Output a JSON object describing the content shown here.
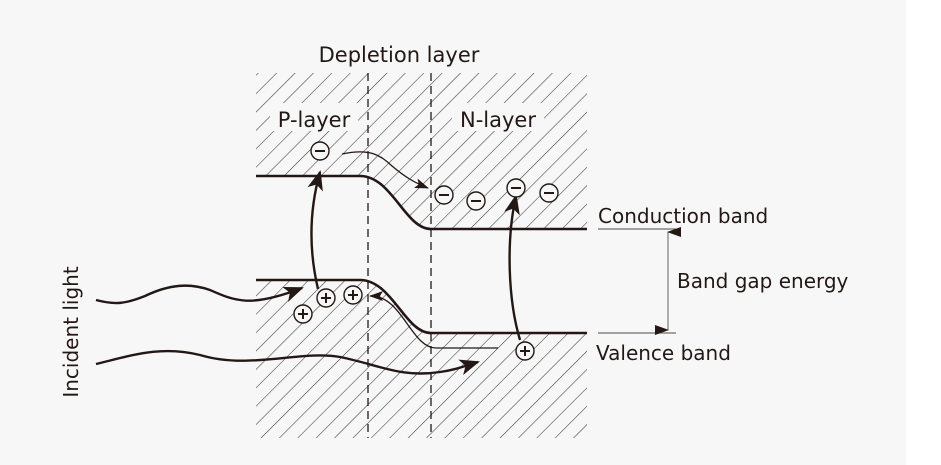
{
  "diagram": {
    "title": "Depletion layer",
    "regions": {
      "p_layer": "P-layer",
      "n_layer": "N-layer"
    },
    "bands": {
      "conduction": "Conduction band",
      "valence": "Valence band",
      "gap": "Band gap energy"
    },
    "incident_light": "Incident light",
    "carriers": {
      "electron_symbol": "−",
      "hole_symbol": "+"
    },
    "colors": {
      "ink": "#231815",
      "hatch": "#3a3a3a",
      "background": "#f7f7f7",
      "ref_line": "#6e6e6e"
    }
  }
}
